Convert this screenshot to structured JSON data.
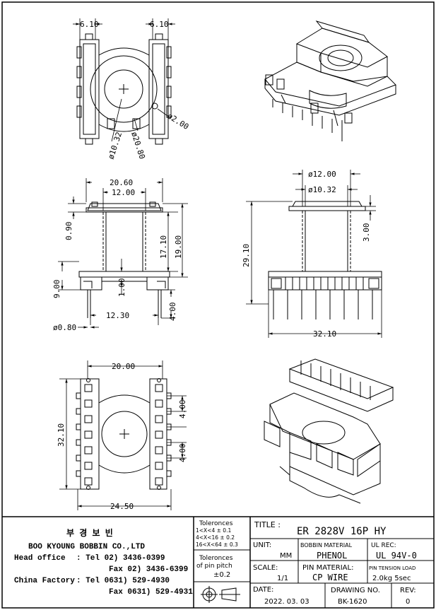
{
  "dimensions": {
    "top_view": {
      "left_pin_offset": "6.10",
      "right_pin_offset": "6.10",
      "hole_diameter": "ø2.00",
      "inner_diameter": "ø10.32",
      "outer_diameter": "ø20.80"
    },
    "front_view": {
      "flange_width": "20.60",
      "core_width": "12.00",
      "flange_thickness": "0.90",
      "winding_height": "17.10",
      "total_height": "19.00",
      "base_height": "9.00",
      "base_step": "1.00",
      "pin_spacing": "12.30",
      "pin_length": "4.00",
      "pin_diameter": "ø0.80"
    },
    "side_view": {
      "core_outer_diameter": "ø12.00",
      "core_inner_diameter": "ø10.32",
      "total_height": "29.10",
      "flange_step": "3.00",
      "base_length": "32.10"
    },
    "bottom_view": {
      "inner_width": "20.00",
      "outer_width": "24.50",
      "length": "32.10",
      "pitch_1": "4.00",
      "pitch_2": "4.00"
    }
  },
  "company": {
    "name_korean": "부 경 보 빈",
    "name_english": "BOO KYOUNG BOBBIN CO.,LTD",
    "head_office_label": "Head office",
    "head_office_tel": ": Tel  02) 3436-0399",
    "head_office_fax": "Fax  02) 3436-6399",
    "china_factory_label": "China Factory",
    "china_factory_tel": ": Tel 0631) 529-4930",
    "china_factory_fax": "Fax 0631) 529-4931"
  },
  "tolerances": {
    "title": "Toleronces",
    "rows": [
      "1<X<4    ± 0.1",
      "4<X<16   ± 0.2",
      "16<X<64 ± 0.3"
    ],
    "pin_pitch_title_1": "Toleronces",
    "pin_pitch_title_2": "of pin pitch",
    "pin_pitch_value": "±0.2"
  },
  "title_block": {
    "title_label": "TITLE :",
    "title_value": "ER 2828V 16P HY",
    "unit_label": "UNIT:",
    "unit_value": "MM",
    "bobbin_material_label": "BOBBIN MATERIAL",
    "bobbin_material_value": "PHENOL",
    "ul_rec_label": "UL REC:",
    "ul_rec_value": "UL 94V-0",
    "scale_label": "SCALE:",
    "scale_value": "1/1",
    "pin_material_label": "PIN MATERIAL:",
    "pin_material_value": "CP WIRE",
    "pin_tension_label": "PIN TENSION LOAD",
    "pin_tension_value": "2.0kg 5sec",
    "date_label": "DATE:",
    "date_value": "2022. 03. 03",
    "drawing_no_label": "DRAWING NO.",
    "drawing_no_value": "BK-1620",
    "rev_label": "REV:",
    "rev_value": "0"
  }
}
